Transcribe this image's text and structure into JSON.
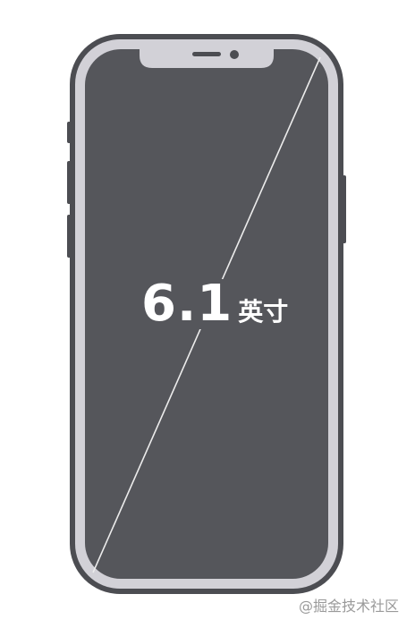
{
  "screen_size": {
    "value": "6.1",
    "unit": "英寸"
  },
  "watermark": {
    "text": "@掘金技术社区"
  },
  "colors": {
    "frame": "#4c4d52",
    "bezel": "#d2d1d7",
    "screen": "#55565b",
    "diagonal": "#ececec",
    "label": "#ffffff"
  }
}
